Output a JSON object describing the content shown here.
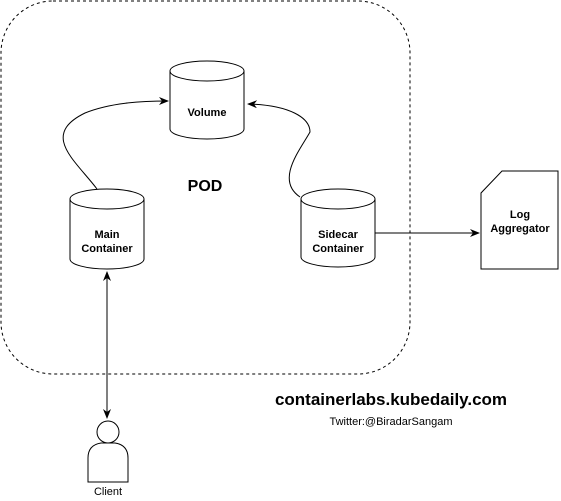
{
  "diagram": {
    "pod_label": "POD",
    "nodes": {
      "volume": {
        "label": "Volume"
      },
      "main_container": {
        "line1": "Main",
        "line2": "Container"
      },
      "sidecar_container": {
        "line1": "Sidecar",
        "line2": "Container"
      },
      "log_aggregator": {
        "line1": "Log",
        "line2": "Aggregator"
      },
      "client": {
        "label": "Client"
      }
    },
    "site": "containerlabs.kubedaily.com",
    "twitter": "Twitter:@BiradarSangam"
  },
  "colors": {
    "stroke": "#000000",
    "fill": "#ffffff",
    "text": "#000000"
  }
}
